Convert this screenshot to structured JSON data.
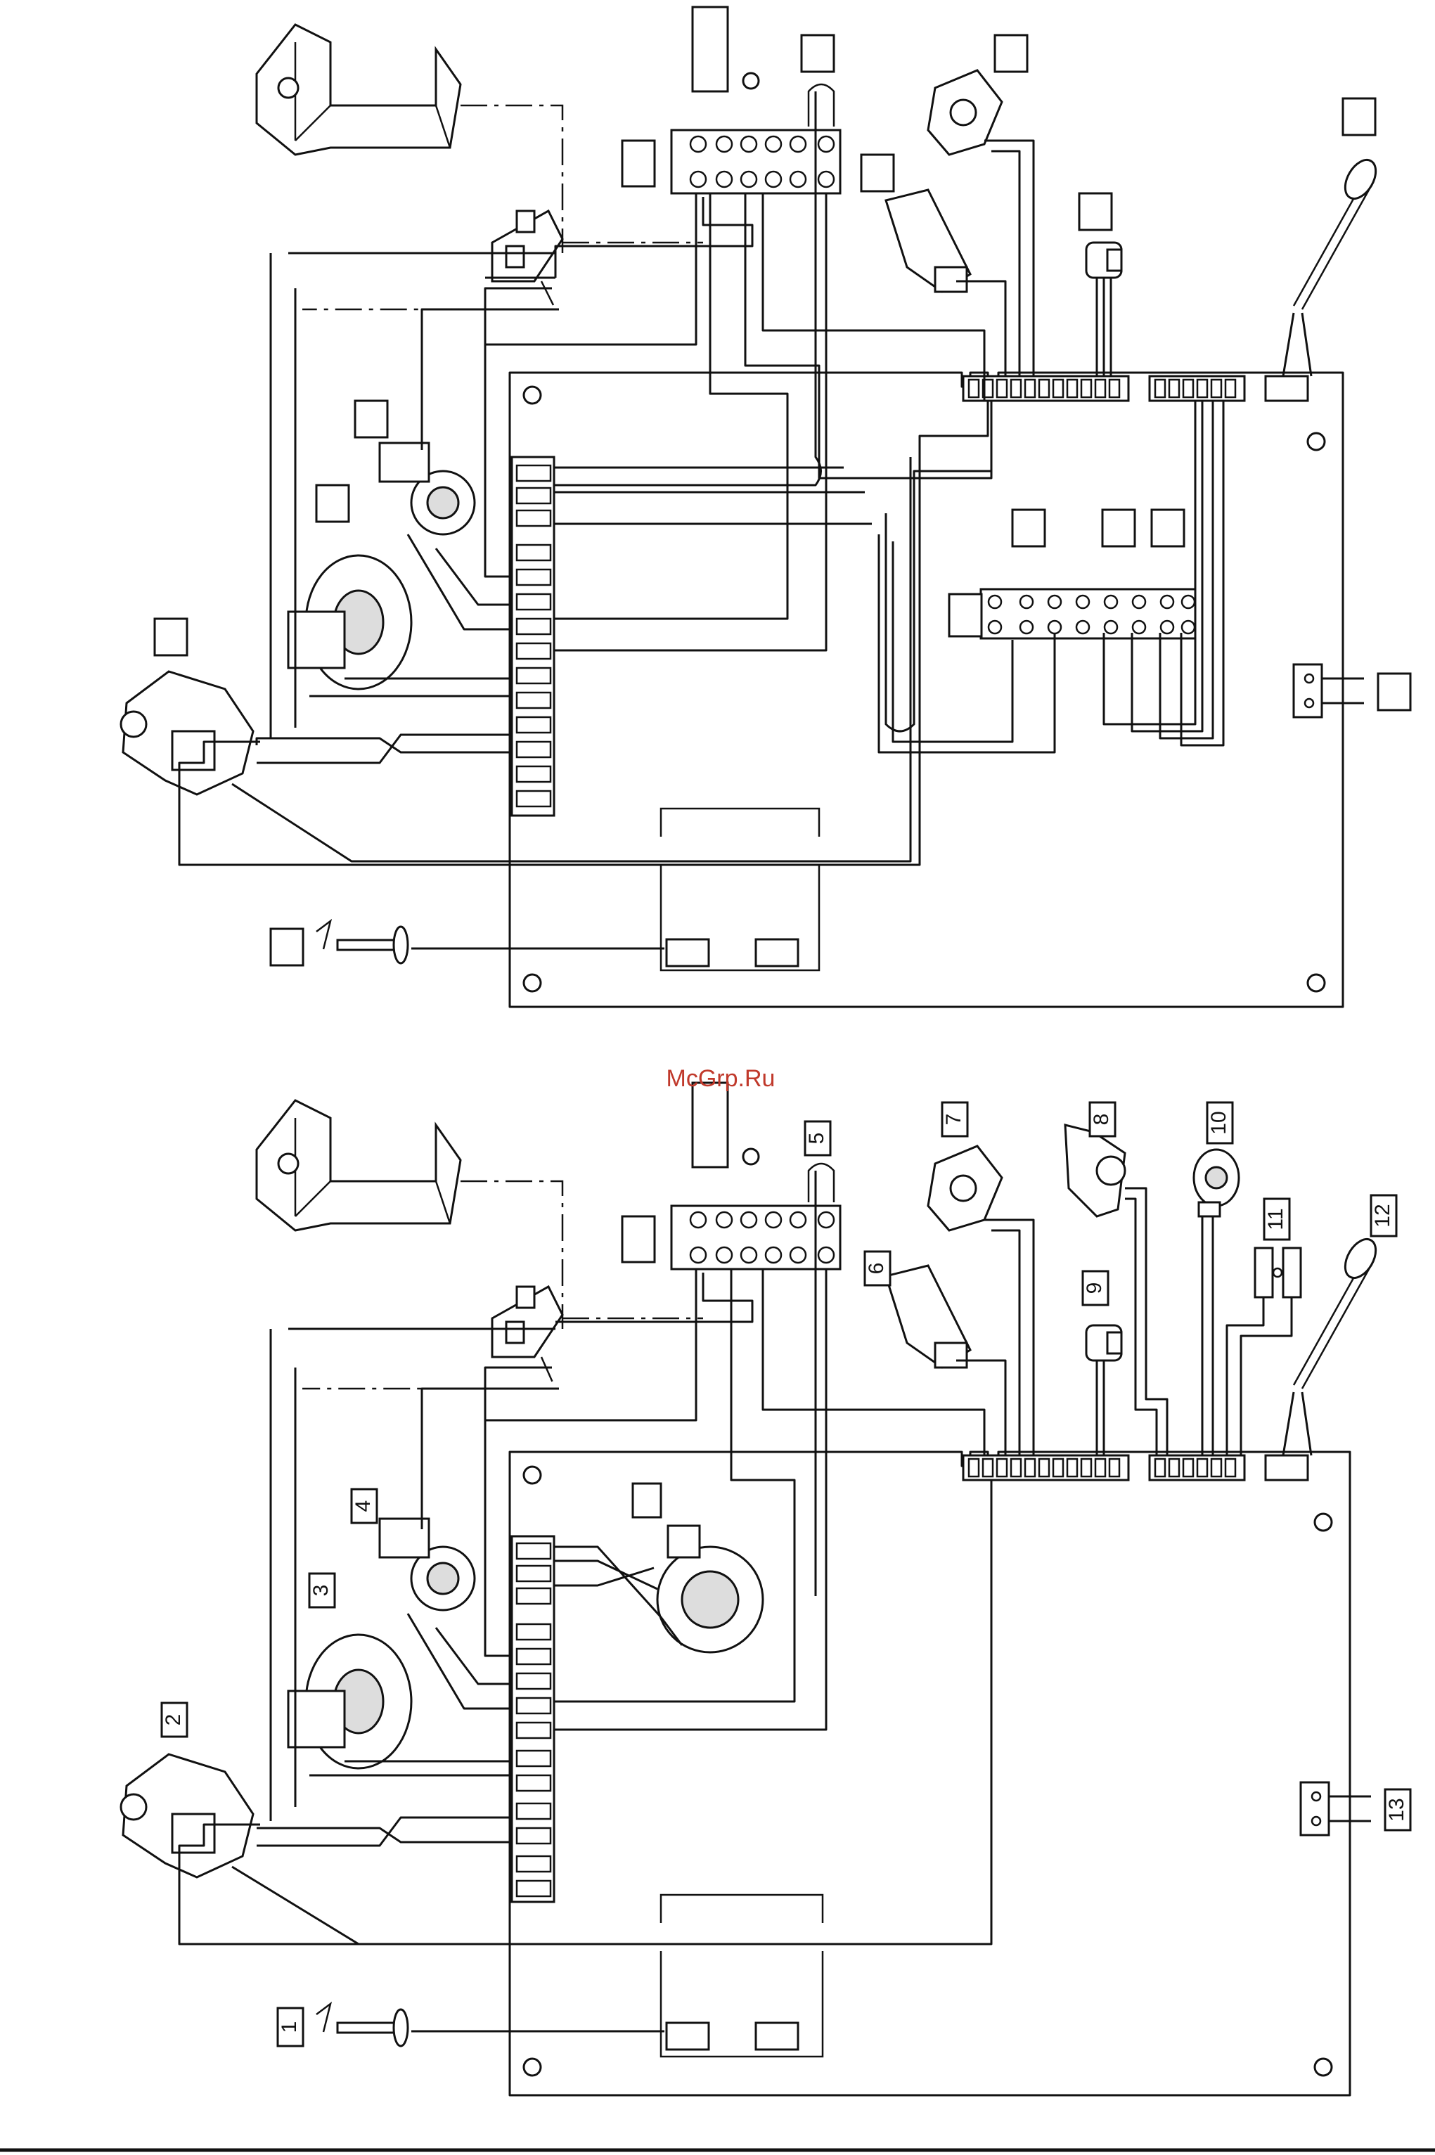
{
  "watermark": "McGrp.Ru",
  "callouts": [
    "1",
    "2",
    "3",
    "4",
    "5",
    "6",
    "7",
    "8",
    "9",
    "10",
    "11",
    "12",
    "13"
  ],
  "colors": {
    "line": "#111111",
    "watermark": "#c0392b",
    "background": "#ffffff"
  }
}
